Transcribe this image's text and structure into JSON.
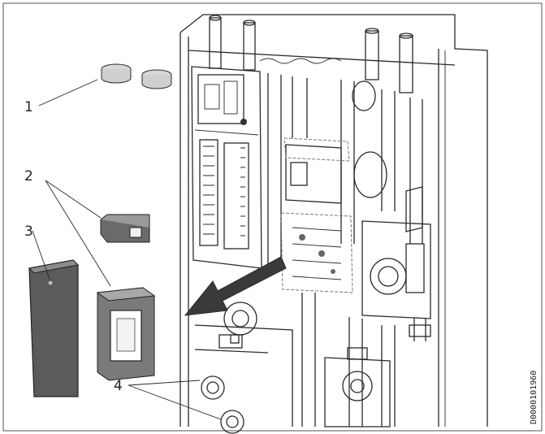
{
  "callouts": {
    "c1": "1",
    "c2": "2",
    "c3": "3",
    "c4": "4"
  },
  "drawing_code": "D0000101960",
  "colors": {
    "line": "#2a2a2a",
    "panel_fill": "#5b5b5b",
    "frame_fill": "#7a7a7a",
    "arrow_fill": "#3a3a3a",
    "highlight_fill": "#d9d9d9"
  }
}
